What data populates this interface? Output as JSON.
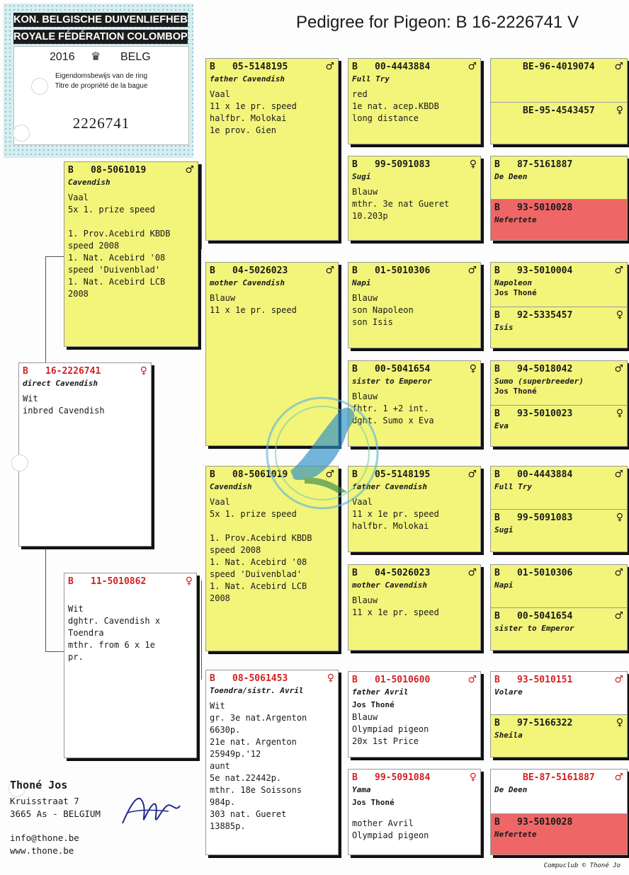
{
  "title": "Pedigree for Pigeon: B   16-2226741 V",
  "stamp": {
    "line1": "KON. BELGISCHE DUIVENLIEFHEBBERSBOND",
    "line2": "ROYALE FÉDÉRATION COLOMBOPHILE BELGE",
    "year": "2016",
    "country": "BELG",
    "label_nl": "Eigendomsbewijs van de ring",
    "label_fr": "Titre de propriété de la bague",
    "number": "2226741"
  },
  "pigeons": {
    "subject": {
      "b": "B",
      "ring": "16-2226741",
      "sex": "♀",
      "name": "direct Cavendish",
      "info": "Wit\ninbred Cavendish"
    },
    "sire": {
      "b": "B",
      "ring": "08-5061019",
      "sex": "♂",
      "name": "Cavendish",
      "info": "Vaal\n5x 1. prize speed\n\n1. Prov.Acebird KBDB\nspeed 2008\n1. Nat. Acebird '08\nspeed 'Duivenblad'\n1. Nat. Acebird LCB\n2008"
    },
    "dam": {
      "b": "B",
      "ring": "11-5010862",
      "sex": "♀",
      "name": "",
      "info": "Wit\ndghtr. Cavendish x\nToendra\nmthr. from 6 x 1e\npr."
    },
    "ss": {
      "b": "B",
      "ring": "05-5148195",
      "sex": "♂",
      "name": "father Cavendish",
      "info": "Vaal\n11 x 1e pr. speed\nhalfbr. Molokai\n1e prov. Gien"
    },
    "sd": {
      "b": "B",
      "ring": "04-5026023",
      "sex": "♂",
      "name": "mother Cavendish",
      "info": "Blauw\n11 x 1e pr. speed"
    },
    "ds": {
      "b": "B",
      "ring": "08-5061019",
      "sex": "♂",
      "name": "Cavendish",
      "info": "Vaal\n5x 1. prize speed\n\n1. Prov.Acebird KBDB\nspeed 2008\n1. Nat. Acebird '08\nspeed 'Duivenblad'\n1. Nat. Acebird LCB\n2008"
    },
    "dd": {
      "b": "B",
      "ring": "08-5061453",
      "sex": "♀",
      "name": "Toendra/sistr. Avril",
      "info": "Wit\ngr. 3e nat.Argenton\n6630p.\n21e nat. Argenton\n25949p.'12\naunt\n5e nat.22442p.\nmthr. 18e Soissons\n984p.\n303 nat. Gueret\n13885p."
    },
    "sss": {
      "b": "B",
      "ring": "00-4443884",
      "sex": "♂",
      "name": "Full Try",
      "info": "red\n1e nat. acep.KBDB\nlong distance"
    },
    "ssd": {
      "b": "B",
      "ring": "99-5091083",
      "sex": "♀",
      "name": "Sugi",
      "info": "Blauw\nmthr. 3e nat Gueret\n10.203p"
    },
    "sds": {
      "b": "B",
      "ring": "01-5010306",
      "sex": "♂",
      "name": "Napi",
      "info": "Blauw\nson Napoleon\nson Isis"
    },
    "sdd": {
      "b": "B",
      "ring": "00-5041654",
      "sex": "♀",
      "name": "sister to Emperor",
      "info": "Blauw\nfhtr. 1 +2 int.\ndght. Sumo x Eva"
    },
    "dss": {
      "b": "B",
      "ring": "05-5148195",
      "sex": "♂",
      "name": "father Cavendish",
      "info": "Vaal\n11 x 1e pr. speed\nhalfbr. Molokai"
    },
    "dsd": {
      "b": "B",
      "ring": "04-5026023",
      "sex": "♂",
      "name": "mother Cavendish",
      "info": "Blauw\n11 x 1e pr. speed"
    },
    "dds": {
      "b": "B",
      "ring": "01-5010600",
      "sex": "♂",
      "name": "father Avril",
      "owner": "Jos Thoné",
      "info": "Blauw\nOlympiad pigeon\n20x 1st Price"
    },
    "ddd": {
      "b": "B",
      "ring": "99-5091084",
      "sex": "♀",
      "name": "Yama",
      "owner": "Jos Thoné",
      "info": "mother Avril\nOlympiad pigeon"
    },
    "g1a": {
      "b": "",
      "ring": "BE-96-4019074",
      "sex": "♂",
      "name": ""
    },
    "g1b": {
      "b": "",
      "ring": "BE-95-4543457",
      "sex": "♀",
      "name": ""
    },
    "g2a": {
      "b": "B",
      "ring": "87-5161887",
      "sex": "",
      "name": "De Deen"
    },
    "g2b": {
      "b": "B",
      "ring": "93-5010028",
      "sex": "",
      "name": "Nefertete"
    },
    "g3a": {
      "b": "B",
      "ring": "93-5010004",
      "sex": "♂",
      "name": "Napoleon",
      "owner": "Jos Thoné"
    },
    "g3b": {
      "b": "B",
      "ring": "92-5335457",
      "sex": "♀",
      "name": "Isis"
    },
    "g4a": {
      "b": "B",
      "ring": "94-5018042",
      "sex": "♂",
      "name": "Sumo (superbreeder)",
      "owner": "Jos Thoné"
    },
    "g4b": {
      "b": "B",
      "ring": "93-5010023",
      "sex": "♀",
      "name": "Eva"
    },
    "g5a": {
      "b": "B",
      "ring": "00-4443884",
      "sex": "♂",
      "name": "Full Try"
    },
    "g5b": {
      "b": "B",
      "ring": "99-5091083",
      "sex": "♀",
      "name": "Sugi"
    },
    "g6a": {
      "b": "B",
      "ring": "01-5010306",
      "sex": "♂",
      "name": "Napi"
    },
    "g6b": {
      "b": "B",
      "ring": "00-5041654",
      "sex": "♂",
      "name": "sister to Emperor"
    },
    "g7a": {
      "b": "B",
      "ring": "93-5010151",
      "sex": "♂",
      "name": "Volare"
    },
    "g7b": {
      "b": "B",
      "ring": "97-5166322",
      "sex": "♀",
      "name": "Sheila"
    },
    "g8a": {
      "b": "",
      "ring": "BE-87-5161887",
      "sex": "♂",
      "name": "De Deen"
    },
    "g8b": {
      "b": "B",
      "ring": "93-5010028",
      "sex": "",
      "name": "Nefertete"
    }
  },
  "owner": {
    "name": "Thoné Jos",
    "street": "Kruisstraat 7",
    "city": "3665  As - BELGIUM",
    "email": "info@thone.be",
    "web": "www.thone.be"
  },
  "credit": "Compuclub © Thoné Jo",
  "colors": {
    "card_yellow": "#f2f57a",
    "card_red": "#ee6666",
    "ring_red": "#d42020"
  }
}
